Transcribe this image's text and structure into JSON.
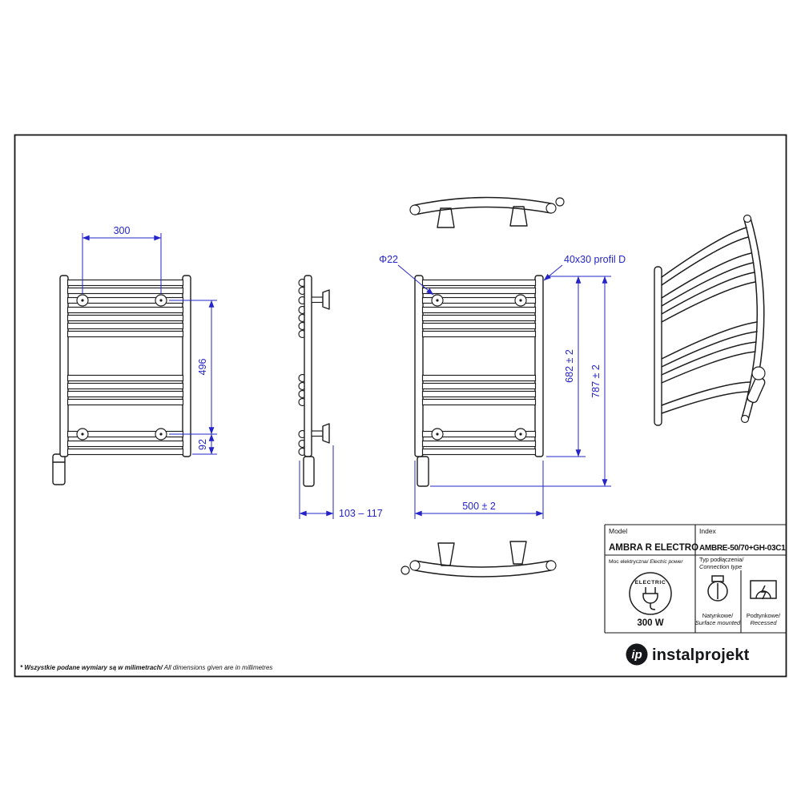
{
  "sheet": {
    "colors": {
      "line": "#1d1d1d",
      "dimension": "#2424c8",
      "background": "#ffffff",
      "logo": "#15171b"
    }
  },
  "dims": {
    "w300": "300",
    "h496": "496",
    "h92": "92",
    "depth": "103 – 117",
    "dia": "Φ22",
    "profile": "40x30 profil D",
    "h682": "682 ± 2",
    "h787": "787 ± 2",
    "w500": "500 ± 2"
  },
  "title_block": {
    "model_label": "Model",
    "model_value": "AMBRA R ELECTRO",
    "index_label": "Index",
    "index_value": "AMBRE-50/70+GH-03C1",
    "power_label_pl": "Moc elektryczna/",
    "power_label_en": " Electric power",
    "conn_label_pl": "Typ podłączenia/",
    "conn_label_en": "Connection type",
    "electric_badge": "ELECTRIC",
    "power_value": "300 W",
    "surface_pl": "Natynkowe/",
    "surface_en": "Surface mounted",
    "recessed_pl": "Podtynkowe/",
    "recessed_en": "Recessed"
  },
  "logo": {
    "mark": "ip",
    "text": "instalprojekt"
  },
  "footer": {
    "note_pl": "* Wszystkie podane wymiary są w milimetrach/",
    "note_en": " All dimensions given are in millimetres"
  }
}
